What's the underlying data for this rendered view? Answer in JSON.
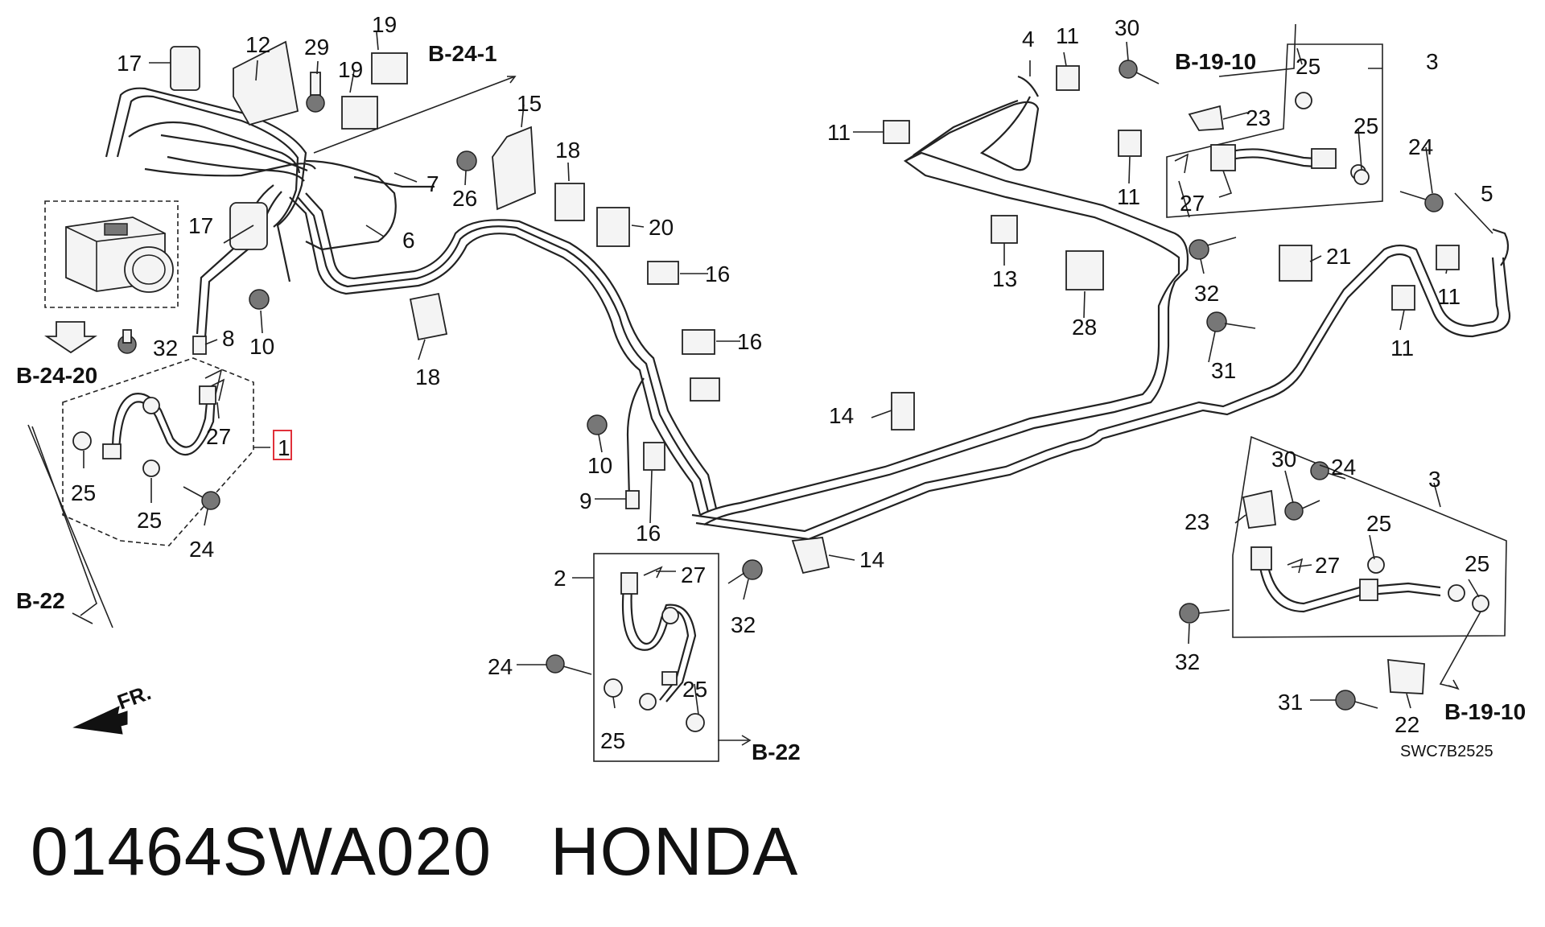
{
  "labels": {
    "l1": "1",
    "l2": "2",
    "l3a": "3",
    "l3b": "3",
    "l4": "4",
    "l5": "5",
    "l6": "6",
    "l7": "7",
    "l8": "8",
    "l9": "9",
    "l10a": "10",
    "l10b": "10",
    "l11a": "11",
    "l11b": "11",
    "l11c": "11",
    "l11d": "11",
    "l11e": "11",
    "l12": "12",
    "l13": "13",
    "l14a": "14",
    "l14b": "14",
    "l15": "15",
    "l16a": "16",
    "l16b": "16",
    "l16c": "16",
    "l17a": "17",
    "l17b": "17",
    "l18a": "18",
    "l18b": "18",
    "l19a": "19",
    "l19b": "19",
    "l20": "20",
    "l21": "21",
    "l22": "22",
    "l23a": "23",
    "l23b": "23",
    "l24a": "24",
    "l24b": "24",
    "l24c": "24",
    "l24d": "24",
    "l25a": "25",
    "l25b": "25",
    "l25c": "25",
    "l25d": "25",
    "l25e": "25",
    "l25f": "25",
    "l25g": "25",
    "l25h": "25",
    "l26": "26",
    "l27a": "27",
    "l27b": "27",
    "l27c": "27",
    "l27d": "27",
    "l28": "28",
    "l29": "29",
    "l30a": "30",
    "l30b": "30",
    "l31a": "31",
    "l31b": "31",
    "l32a": "32",
    "l32b": "32",
    "l32c": "32",
    "l32d": "32"
  },
  "references": {
    "b24_1": "B-24-1",
    "b24_20": "B-24-20",
    "b22_left": "B-22",
    "b22_center": "B-22",
    "b19_10_top": "B-19-10",
    "b19_10_bottom": "B-19-10"
  },
  "front_marker": "FR.",
  "diagram_code": "SWC7B2525",
  "footer": {
    "part_number": "01464SWA020",
    "brand": "HONDA"
  },
  "highlight_color": "#e0303a"
}
